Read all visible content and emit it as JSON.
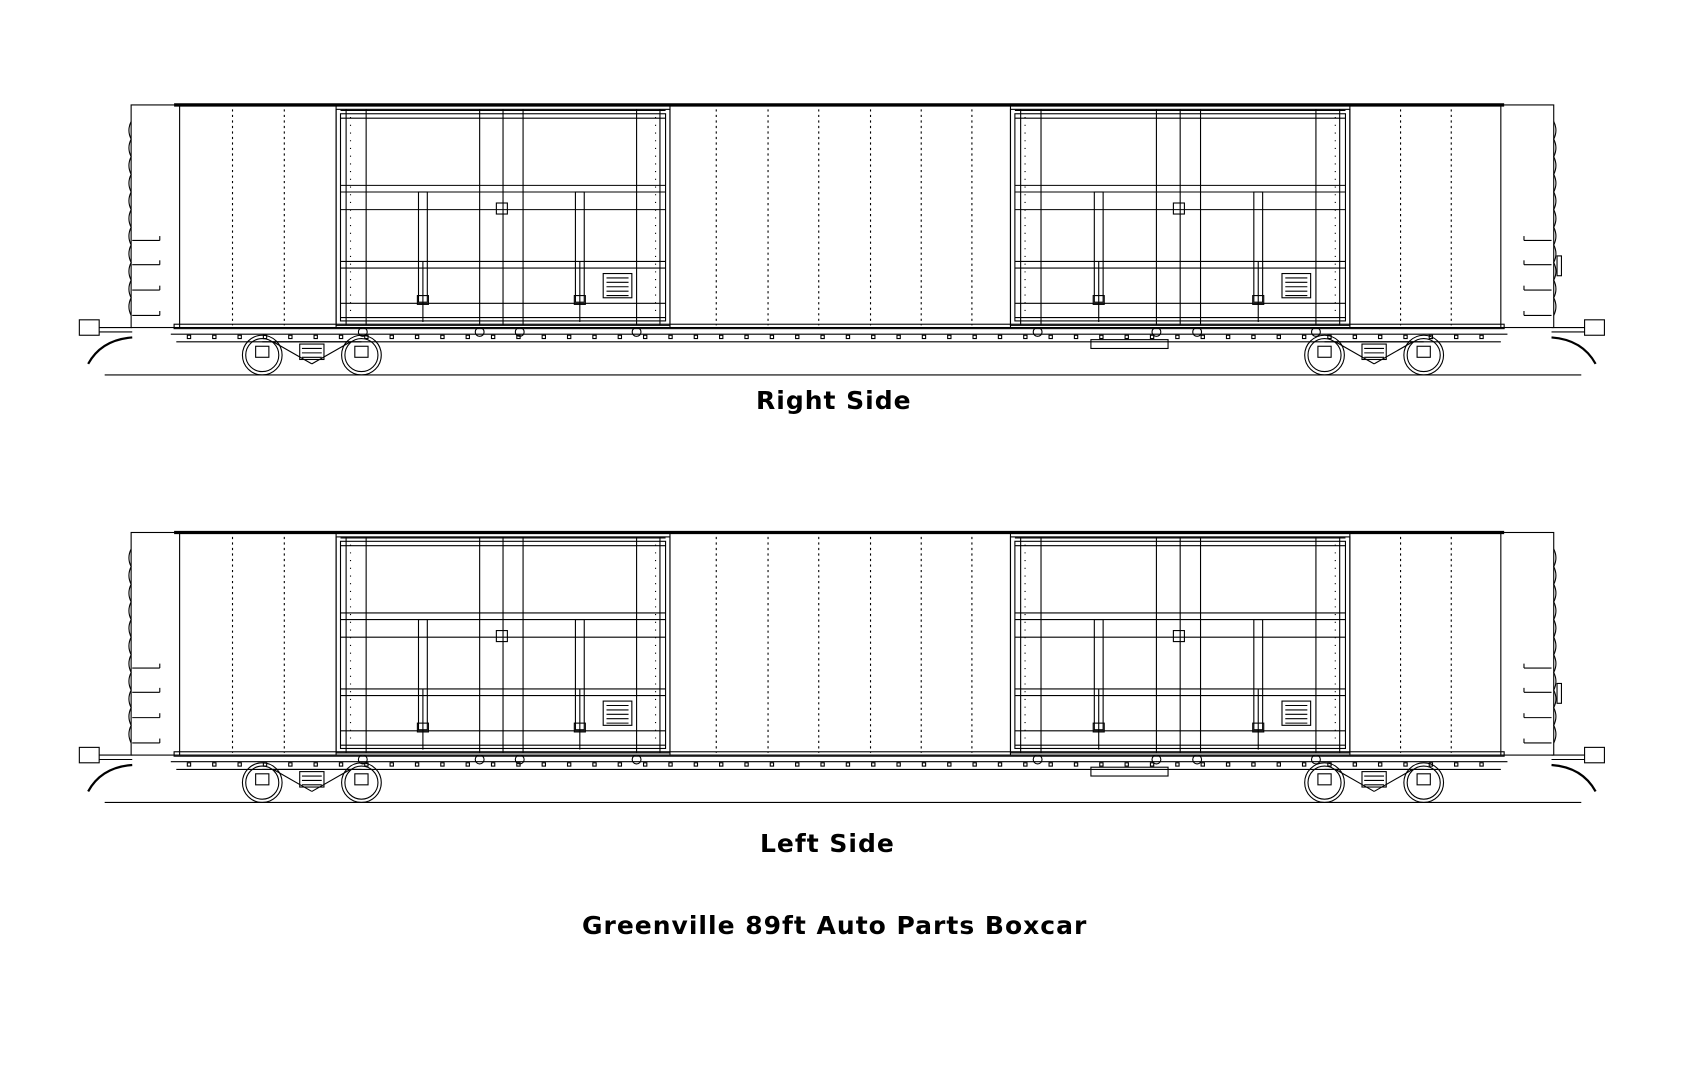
{
  "labels": {
    "right_side": "Right Side",
    "left_side": "Left Side",
    "title": "Greenville 89ft Auto Parts Boxcar"
  },
  "colors": {
    "line": "#000000",
    "background": "#ffffff"
  }
}
